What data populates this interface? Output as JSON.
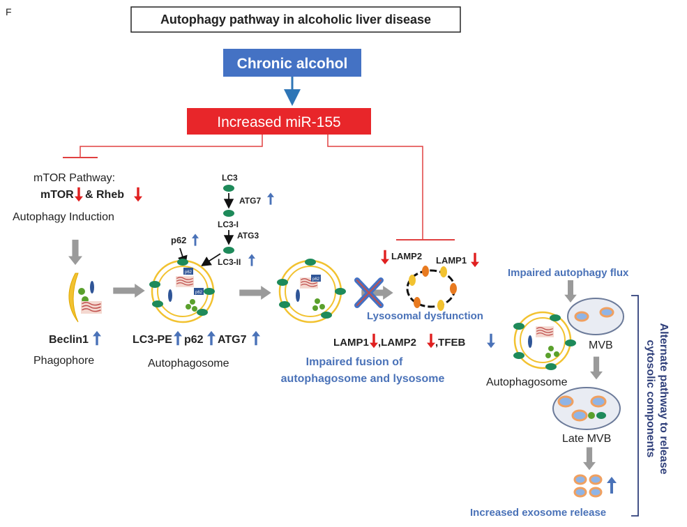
{
  "panel_letter": "F",
  "title": "Autophagy pathway in alcoholic liver disease",
  "chronic_alcohol": "Chronic alcohol",
  "increased_mir155": "Increased miR-155",
  "mtor": {
    "pathway": "mTOR Pathway:",
    "mtor_label": "mTOR",
    "rheb_label": "& Rheb",
    "induction": "Autophagy  Induction"
  },
  "lc3": {
    "lc3": "LC3",
    "atg7": "ATG7",
    "lc3_i": "LC3-I",
    "atg3": "ATG3",
    "lc3_ii": "LC3-II",
    "p62": "p62",
    "p62_box": "p62"
  },
  "phagophore": {
    "beclin": "Beclin1",
    "label": "Phagophore"
  },
  "autophagosome": {
    "markers": [
      "LC3-PE",
      "p62",
      "ATG7"
    ],
    "label": "Autophagosome"
  },
  "lysosome": {
    "lamp2": "LAMP2",
    "lamp1": "LAMP1",
    "dysfunction": "Lysosomal dysfunction",
    "markers": "LAMP1",
    "markers2": ",LAMP2",
    "markers3": ",TFEB",
    "impaired_fusion_1": "Impaired fusion of",
    "impaired_fusion_2": "autophagosome and lysosome"
  },
  "right": {
    "impaired_flux": "Impaired autophagy flux",
    "mvb": "MVB",
    "autophagosome": "Autophagosome",
    "late_mvb": "Late MVB",
    "exosome": "Increased exosome release",
    "alt_1": "Alternate pathway to release",
    "alt_2": "cytosolic components"
  },
  "colors": {
    "blue_box": "#4472c4",
    "red_box": "#e8262a",
    "up_arrow": "#4a72b8",
    "down_arrow": "#e02020",
    "membrane": "#f2c230",
    "lc3_dot": "#1e8a5a"
  }
}
